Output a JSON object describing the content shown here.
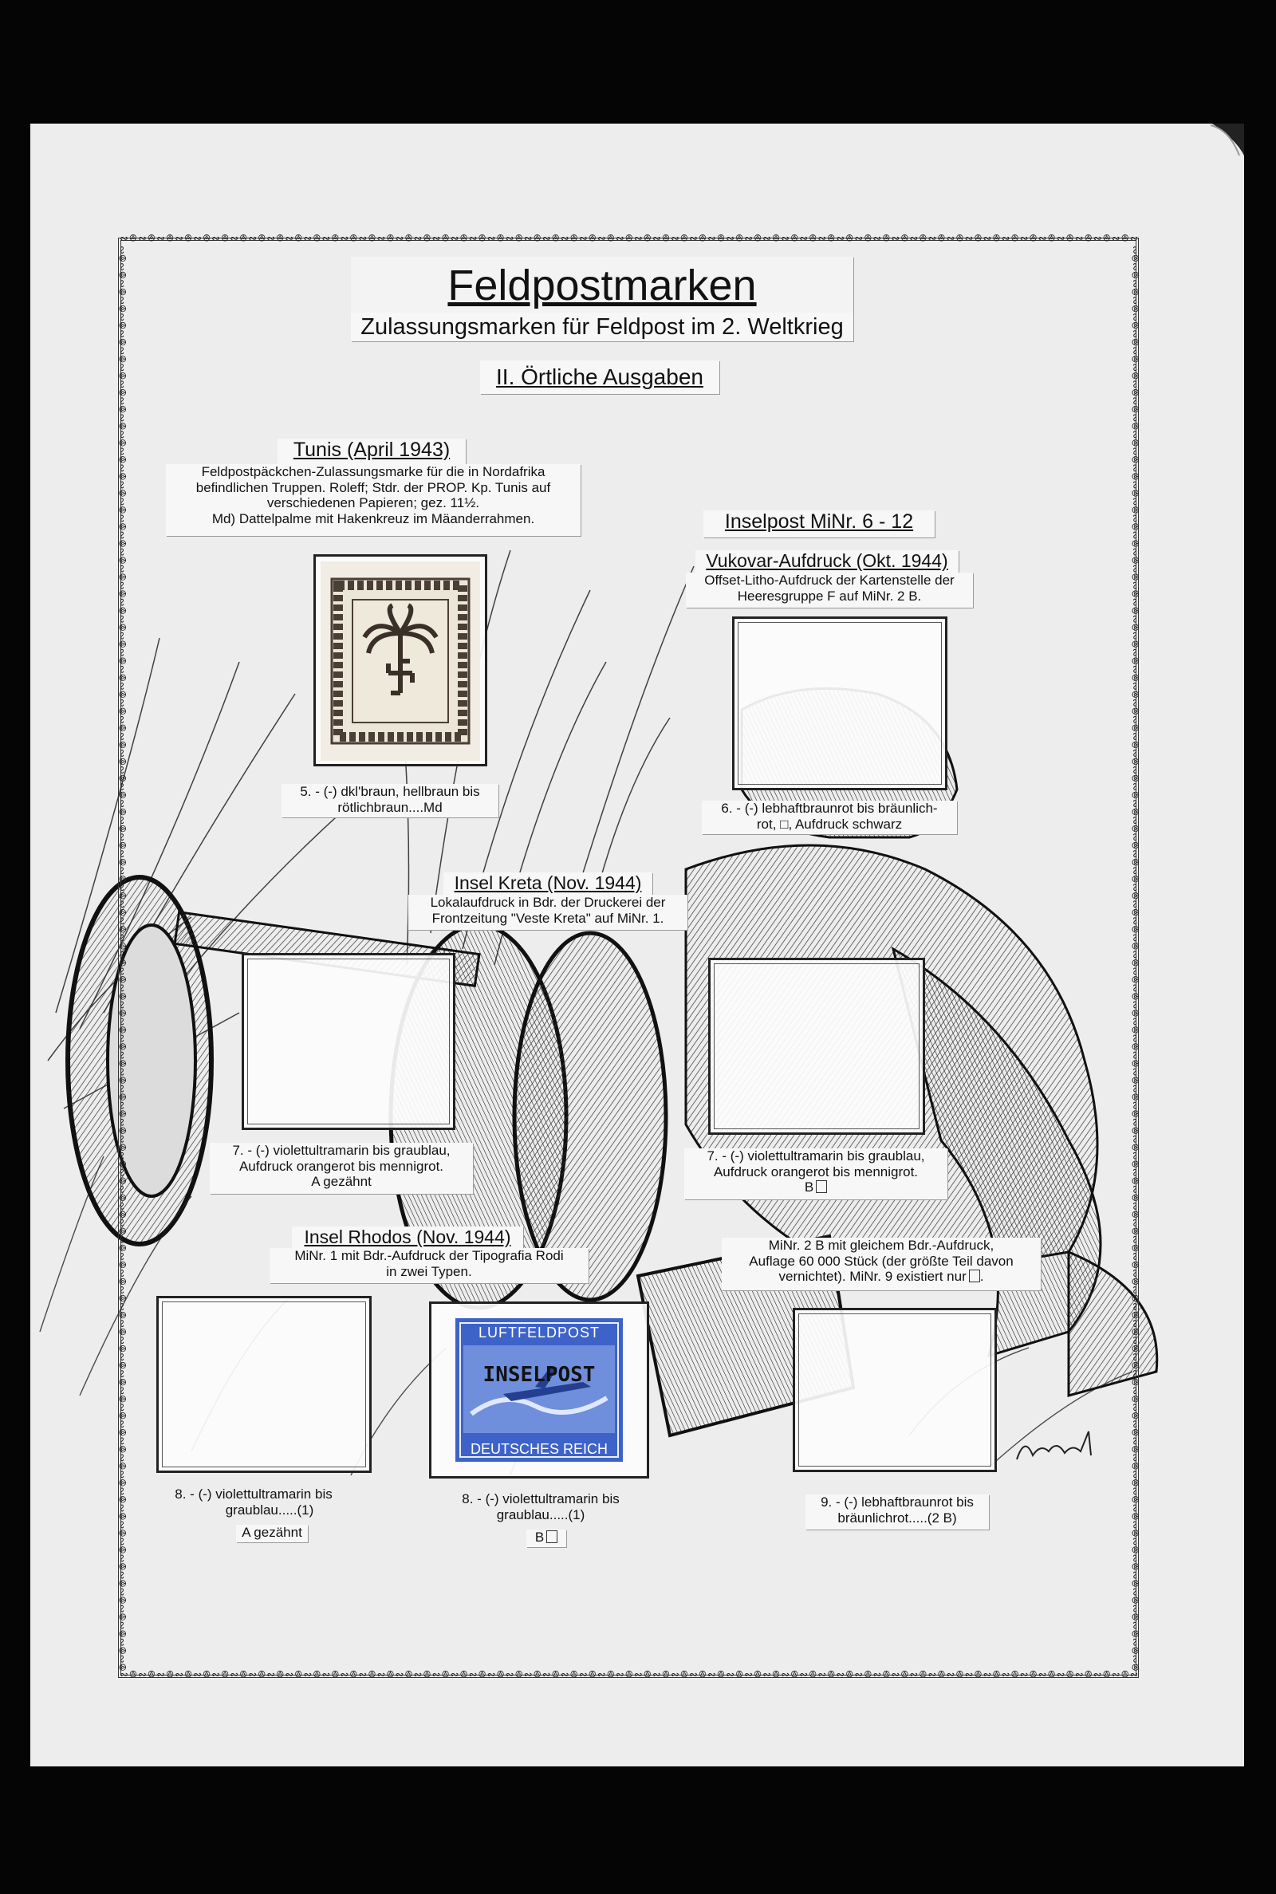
{
  "page": {
    "title": "Feldpostmarken",
    "subtitle": "Zulassungsmarken für Feldpost im 2. Weltkrieg",
    "section": "II. Örtliche Ausgaben"
  },
  "tunis": {
    "heading": "Tunis (April 1943)",
    "desc": [
      "Feldpostpäckchen-Zulassungsmarke für die in Nordafrika",
      "befindlichen Truppen. Roleff; Stdr. der PROP. Kp. Tunis auf",
      "verschiedenen Papieren; gez. 11½.",
      "Md) Dattelpalme mit Hakenkreuz im Mäanderrahmen."
    ],
    "caption": [
      "5. - (-) dkl'braun, hellbraun bis",
      "rötlichbraun....Md"
    ]
  },
  "inselpost": {
    "heading": "Inselpost MiNr. 6 - 12"
  },
  "vukovar": {
    "heading": "Vukovar-Aufdruck (Okt. 1944)",
    "desc": [
      "Offset-Litho-Aufdruck der Kartenstelle der",
      "Heeresgruppe F auf MiNr. 2 B."
    ],
    "caption": [
      "6. - (-) lebhaftbraunrot bis bräunlich-",
      "rot, □, Aufdruck schwarz"
    ]
  },
  "kreta": {
    "heading": "Insel Kreta (Nov. 1944)",
    "desc": [
      "Lokalaufdruck in Bdr. der Druckerei der",
      "Frontzeitung \"Veste Kreta\" auf MiNr. 1."
    ],
    "caption_left": [
      "7. - (-) violettultramarin bis graublau,",
      "Aufdruck orangerot bis mennigrot.",
      "A gezähnt"
    ],
    "caption_right": [
      "7. - (-) violettultramarin bis graublau,",
      "Aufdruck orangerot bis mennigrot.",
      "B"
    ]
  },
  "rhodos": {
    "heading": "Insel Rhodos (Nov. 1944)",
    "desc": [
      "MiNr. 1 mit Bdr.-Aufdruck der Tipografia Rodi",
      "in zwei Typen."
    ],
    "note": [
      "MiNr. 2 B mit gleichem Bdr.-Aufdruck,",
      "Auflage 60 000 Stück (der größte Teil davon",
      "vernichtet). MiNr. 9 existiert nur"
    ],
    "caption_1": [
      "8. - (-) violettultramarin bis",
      "graublau.....(1)",
      "A gezähnt"
    ],
    "caption_2": [
      "8. - (-) violettultramarin bis",
      "graublau.....(1)",
      "B"
    ],
    "caption_3": [
      "9. - (-) lebhaftbraunrot bis",
      "bräunlichrot.....(2 B)"
    ]
  },
  "stamp_inselpost": {
    "top": "LUFTFELDPOST",
    "overprint": "INSELPOST",
    "bottom": "DEUTSCHES REICH",
    "color": "#3d63c9"
  },
  "colors": {
    "background": "#050505",
    "sheet": "#ededed",
    "stamp_brown": "#4a3f35"
  }
}
